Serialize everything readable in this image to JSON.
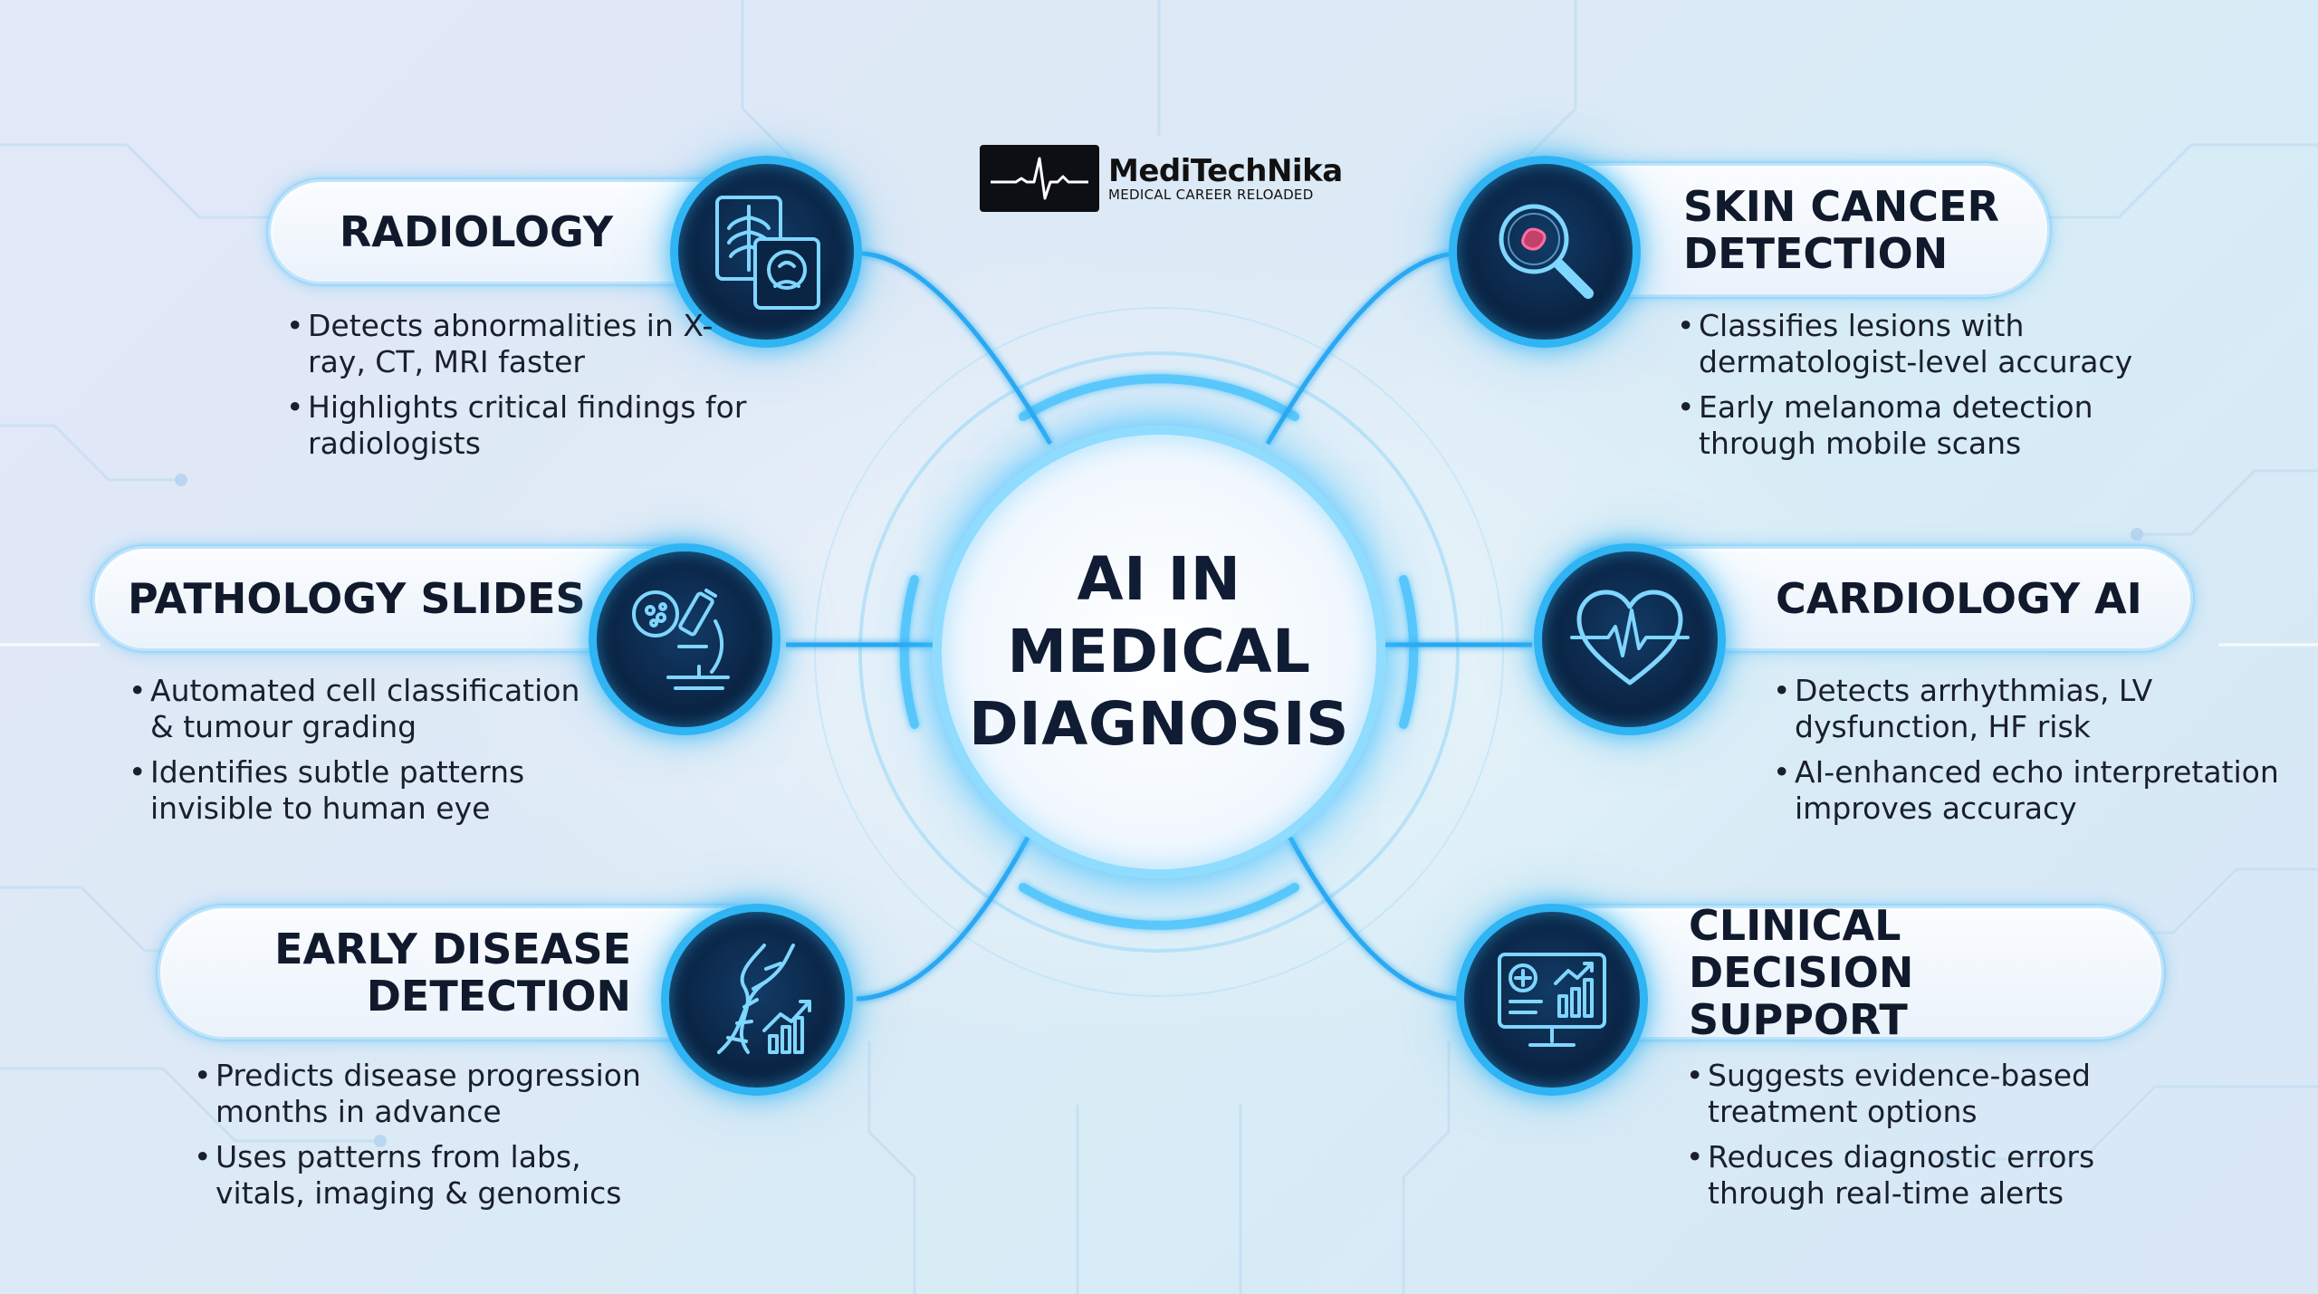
{
  "logo": {
    "name": "MediTechNika",
    "tagline": "MEDICAL CAREER RELOADED"
  },
  "center": {
    "title": "AI IN\nMEDICAL\nDIAGNOSIS"
  },
  "nodes": [
    {
      "id": "radiology",
      "title": "RADIOLOGY",
      "icon": "xray-scan-icon",
      "bullets": [
        "Detects abnormalities in X-ray, CT, MRI faster",
        "Highlights critical findings for radiologists"
      ]
    },
    {
      "id": "pathology",
      "title": "PATHOLOGY SLIDES",
      "icon": "microscope-icon",
      "bullets": [
        "Automated cell classification & tumour grading",
        "Identifies subtle patterns invisible to human eye"
      ]
    },
    {
      "id": "early_disease",
      "title": "EARLY DISEASE\nDETECTION",
      "icon": "dna-chart-icon",
      "bullets": [
        "Predicts disease progression months in advance",
        "Uses patterns from labs, vitals, imaging & genomics"
      ]
    },
    {
      "id": "skin_cancer",
      "title": "SKIN CANCER\nDETECTION",
      "icon": "magnifier-lesion-icon",
      "bullets": [
        "Classifies lesions with dermatologist-level accuracy",
        "Early melanoma detection through mobile scans"
      ]
    },
    {
      "id": "cardiology",
      "title": "CARDIOLOGY AI",
      "icon": "heart-ecg-icon",
      "bullets": [
        "Detects arrhythmias, LV dysfunction, HF risk",
        "AI-enhanced echo interpretation improves accuracy"
      ]
    },
    {
      "id": "clinical",
      "title": "CLINICAL DECISION\nSUPPORT",
      "icon": "monitor-dashboard-icon",
      "bullets": [
        "Suggests evidence-based treatment options",
        "Reduces diagnostic errors through real-time alerts"
      ]
    }
  ],
  "colors": {
    "accent": "#2fb4f4",
    "glow": "#8fdcff",
    "dark_circle": "#0a2444",
    "text": "#101a2c"
  }
}
